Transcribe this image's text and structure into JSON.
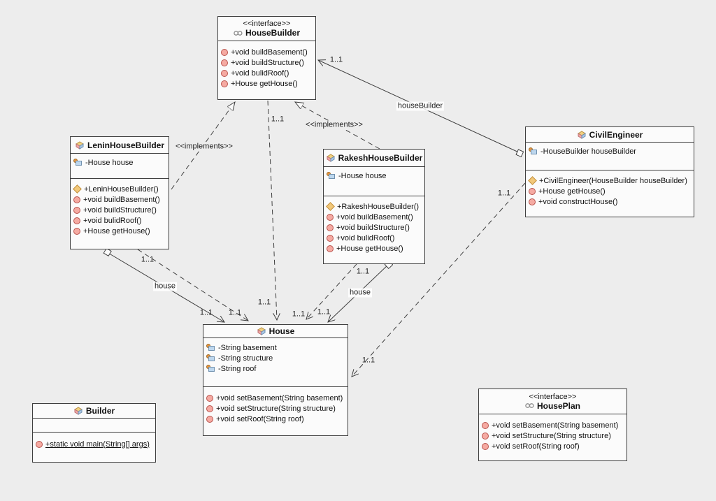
{
  "diagram_type": "uml-class-diagram (Builder design pattern)",
  "colors": {
    "canvas_bg": "#ededed",
    "box_fill": "#fbfbfb",
    "box_border": "#3f3f3f",
    "method_icon_fill": "#f5aaa2",
    "constructor_icon_fill": "#f2c879",
    "field_icon_square": "#bdd7ee",
    "field_icon_dot": "#e8953f"
  },
  "classes": {
    "houseBuilder": {
      "stereotype": "<<interface>>",
      "name": "HouseBuilder",
      "kind": "interface",
      "methods": [
        {
          "icon": "method-icon",
          "text": "+void buildBasement()"
        },
        {
          "icon": "method-icon",
          "text": "+void buildStructure()"
        },
        {
          "icon": "method-icon",
          "text": "+void bulidRoof()"
        },
        {
          "icon": "method-icon",
          "text": "+House getHouse()"
        }
      ]
    },
    "lenin": {
      "name": "LeninHouseBuilder",
      "kind": "class",
      "fields": [
        {
          "icon": "field-icon",
          "text": "-House house"
        }
      ],
      "methods": [
        {
          "icon": "constructor-icon",
          "text": "+LeninHouseBuilder()"
        },
        {
          "icon": "method-icon",
          "text": "+void buildBasement()"
        },
        {
          "icon": "method-icon",
          "text": "+void buildStructure()"
        },
        {
          "icon": "method-icon",
          "text": "+void bulidRoof()"
        },
        {
          "icon": "method-icon",
          "text": "+House getHouse()"
        }
      ]
    },
    "rakesh": {
      "name": "RakeshHouseBuilder",
      "kind": "class",
      "fields": [
        {
          "icon": "field-icon",
          "text": "-House house"
        }
      ],
      "methods": [
        {
          "icon": "constructor-icon",
          "text": "+RakeshHouseBuilder()"
        },
        {
          "icon": "method-icon",
          "text": "+void buildBasement()"
        },
        {
          "icon": "method-icon",
          "text": "+void buildStructure()"
        },
        {
          "icon": "method-icon",
          "text": "+void bulidRoof()"
        },
        {
          "icon": "method-icon",
          "text": "+House getHouse()"
        }
      ]
    },
    "civil": {
      "name": "CivilEngineer",
      "kind": "class",
      "fields": [
        {
          "icon": "field-icon",
          "text": "-HouseBuilder houseBuilder"
        }
      ],
      "methods": [
        {
          "icon": "constructor-icon",
          "text": "+CivilEngineer(HouseBuilder houseBuilder)"
        },
        {
          "icon": "method-icon",
          "text": "+House getHouse()"
        },
        {
          "icon": "method-icon",
          "text": "+void constructHouse()"
        }
      ]
    },
    "house": {
      "name": "House",
      "kind": "class",
      "fields": [
        {
          "icon": "field-icon",
          "text": "-String basement"
        },
        {
          "icon": "field-icon",
          "text": "-String structure"
        },
        {
          "icon": "field-icon",
          "text": "-String roof"
        }
      ],
      "methods": [
        {
          "icon": "method-icon",
          "text": "+void setBasement(String basement)"
        },
        {
          "icon": "method-icon",
          "text": "+void setStructure(String structure)"
        },
        {
          "icon": "method-icon",
          "text": "+void setRoof(String roof)"
        }
      ]
    },
    "builder": {
      "name": "Builder",
      "kind": "class",
      "fields": [],
      "methods": [
        {
          "icon": "method-icon",
          "text": "+static void main(String[] args)",
          "static": true
        }
      ]
    },
    "housePlan": {
      "stereotype": "<<interface>>",
      "name": "HousePlan",
      "kind": "interface",
      "methods": [
        {
          "icon": "method-icon",
          "text": "+void setBasement(String basement)"
        },
        {
          "icon": "method-icon",
          "text": "+void setStructure(String structure)"
        },
        {
          "icon": "method-icon",
          "text": "+void setRoof(String roof)"
        }
      ]
    }
  },
  "edges": {
    "leninImplements": {
      "type": "realization",
      "from": "LeninHouseBuilder",
      "to": "HouseBuilder",
      "label": "<<implements>>"
    },
    "rakeshImplements": {
      "type": "realization",
      "from": "RakeshHouseBuilder",
      "to": "HouseBuilder",
      "label": "<<implements>>"
    },
    "houseBuilderHouseDep": {
      "type": "dependency",
      "from": "HouseBuilder",
      "to": "House",
      "source_mult": "1..1",
      "target_mult": "1..1"
    },
    "civilHouseBuilder": {
      "type": "association",
      "from": "CivilEngineer",
      "to": "HouseBuilder",
      "name": "houseBuilder",
      "target_mult": "1..1"
    },
    "leninHouse": {
      "type": "association",
      "from": "LeninHouseBuilder",
      "to": "House",
      "name": "house",
      "source_mult": "1..1",
      "target_mult": "1..1"
    },
    "leninHouseDep": {
      "type": "dependency",
      "from": "LeninHouseBuilder",
      "to": "House",
      "target_mult": "1..1"
    },
    "rakeshHouse": {
      "type": "association",
      "from": "RakeshHouseBuilder",
      "to": "House",
      "name": "house",
      "source_mult": "1..1",
      "target_mult": "1..1"
    },
    "rakeshHouseDep": {
      "type": "dependency",
      "from": "RakeshHouseBuilder",
      "to": "House",
      "target_mult": "1..1"
    },
    "civilHouseDep": {
      "type": "dependency",
      "from": "CivilEngineer",
      "to": "House",
      "source_mult": "1..1",
      "target_mult": "1..1"
    }
  }
}
